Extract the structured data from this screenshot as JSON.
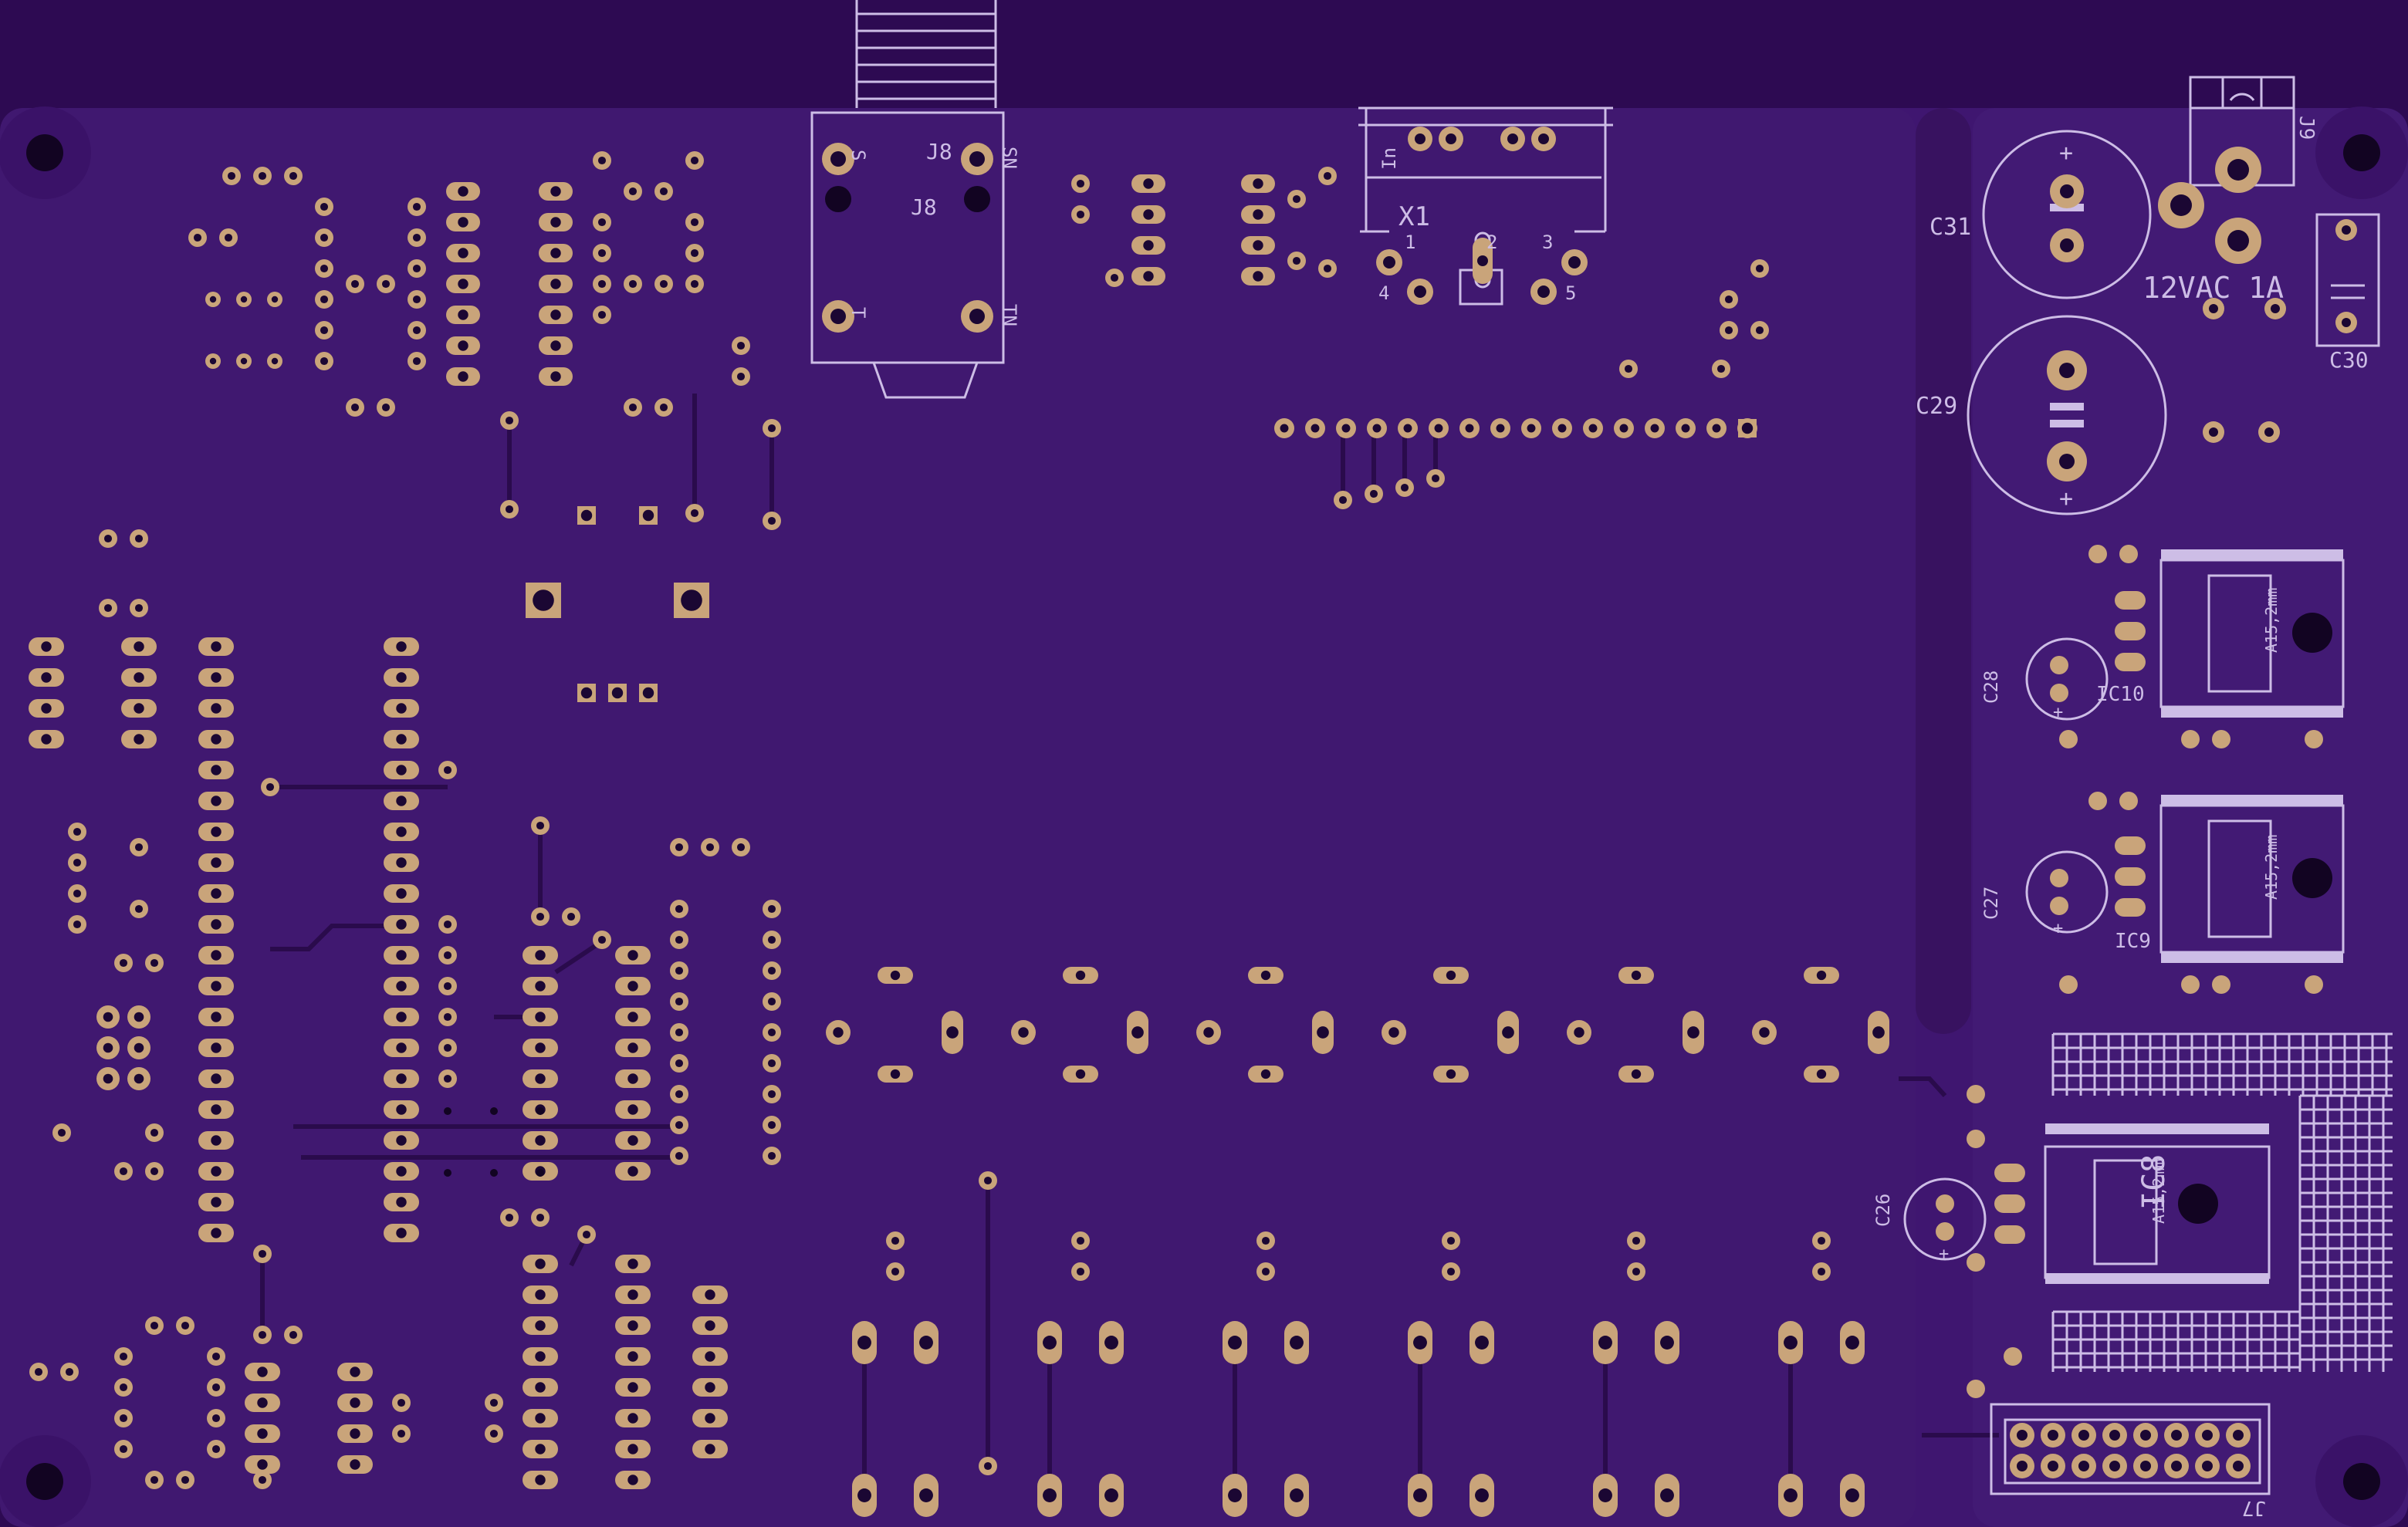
{
  "colors": {
    "background": "#2d0a52",
    "board": "#3f1670",
    "board_edge": "#4b1f82",
    "pad": "#c9a47a",
    "pad_hole": "#1b0733",
    "trace": "#2a0b4c",
    "silkscreen": "#cdbde6",
    "mount_hole": "#120422"
  },
  "labels": {
    "j8_top": "J8",
    "j8_mid": "J8",
    "j8_sn": "SN",
    "j8_s": "S",
    "j8_t": "T",
    "j8_tn": "TN",
    "in": "In",
    "x1": "X1",
    "x1_pin1": "1",
    "x1_pin2": "2",
    "x1_pin3": "3",
    "x1_pin4": "4",
    "x1_pin5": "5",
    "c31": "C31",
    "c29": "C29",
    "c30": "C30",
    "j9": "J9",
    "power": "12VAC 1A",
    "c28": "C28",
    "ic10": "IC10",
    "c27": "C27",
    "ic9": "IC9",
    "ic8": "IC8",
    "c26": "C26",
    "j7": "J7",
    "heatsink_a": "A15,2mm",
    "heatsink_b": "A15,2mm",
    "heatsink_c": "A15,2mm",
    "plus_1": "+",
    "plus_2": "+",
    "plus_3": "+",
    "plus_4": "+",
    "plus_5": "+"
  }
}
